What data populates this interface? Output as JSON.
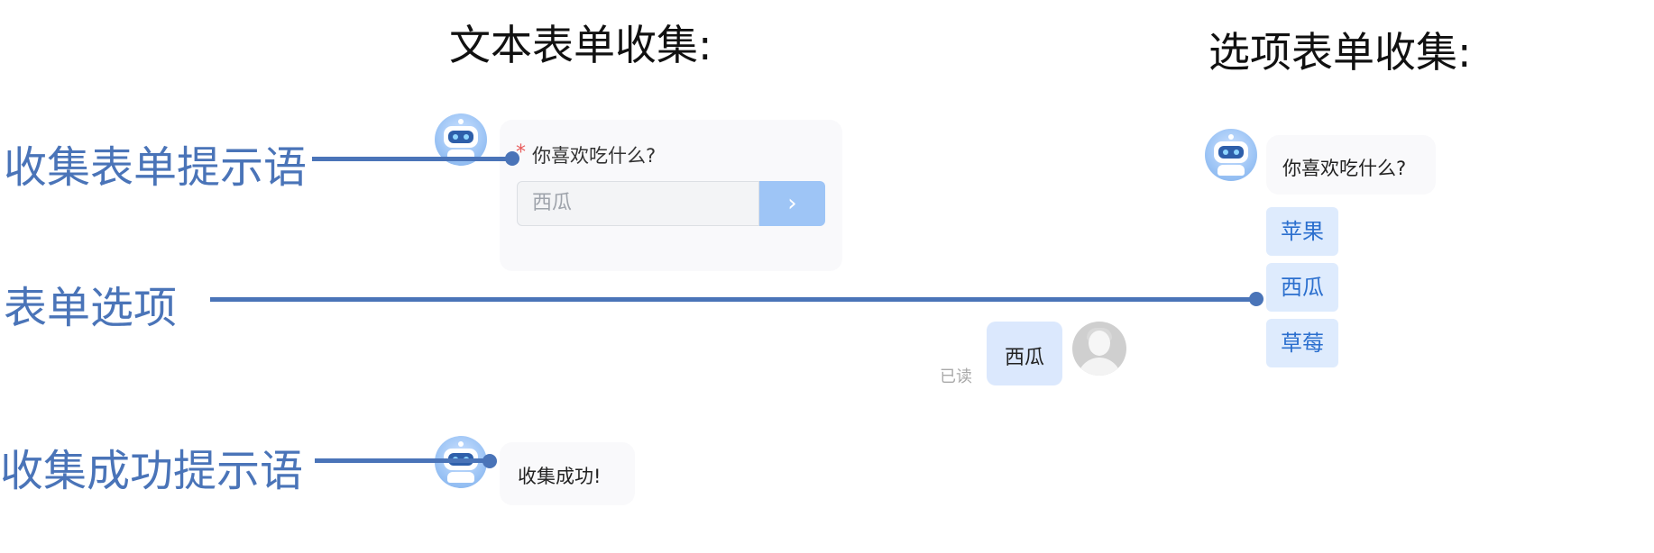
{
  "headings": {
    "text_form": "文本表单收集:",
    "option_form": "选项表单收集:"
  },
  "annotations": {
    "prompt": "收集表单提示语",
    "options": "表单选项",
    "success": "收集成功提示语"
  },
  "text_form": {
    "required_mark": "*",
    "question": "你喜欢吃什么?",
    "input_value": "西瓜",
    "submit_icon": "chevron-right-icon",
    "success_message": "收集成功!"
  },
  "option_form": {
    "question": "你喜欢吃什么?",
    "options": [
      "苹果",
      "西瓜",
      "草莓"
    ]
  },
  "user_reply": {
    "text": "西瓜",
    "status": "已读"
  },
  "colors": {
    "annotation": "#4a74b8",
    "option_bg": "#deebfd",
    "option_text": "#2b6fce",
    "submit_bg": "#9ec5f6",
    "user_bubble": "#dbe8fd",
    "required": "#e85b5b"
  }
}
